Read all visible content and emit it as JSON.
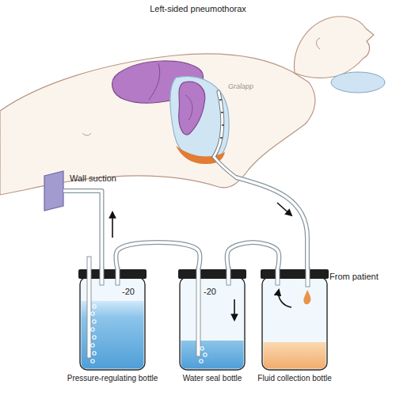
{
  "diagram": {
    "title": "Left-sided pneumothorax",
    "nodes": [
      {
        "text": [
          "Wall suction"
        ]
      },
      {
        "text": [
          "-20",
          "Pressure-regulating bottle"
        ]
      },
      {
        "text": [
          "-20",
          "Water seal bottle"
        ]
      },
      {
        "text": [
          "Fluid collection bottle"
        ]
      }
    ],
    "edges": [
      {
        "from": 3,
        "to": 2,
        "arrow": "none"
      },
      {
        "from": 2,
        "to": 1,
        "arrow": "none"
      },
      {
        "from": 1,
        "to": 0,
        "arrow": "none"
      }
    ],
    "labels": [
      "From patient",
      "Gralapp"
    ]
  }
}
